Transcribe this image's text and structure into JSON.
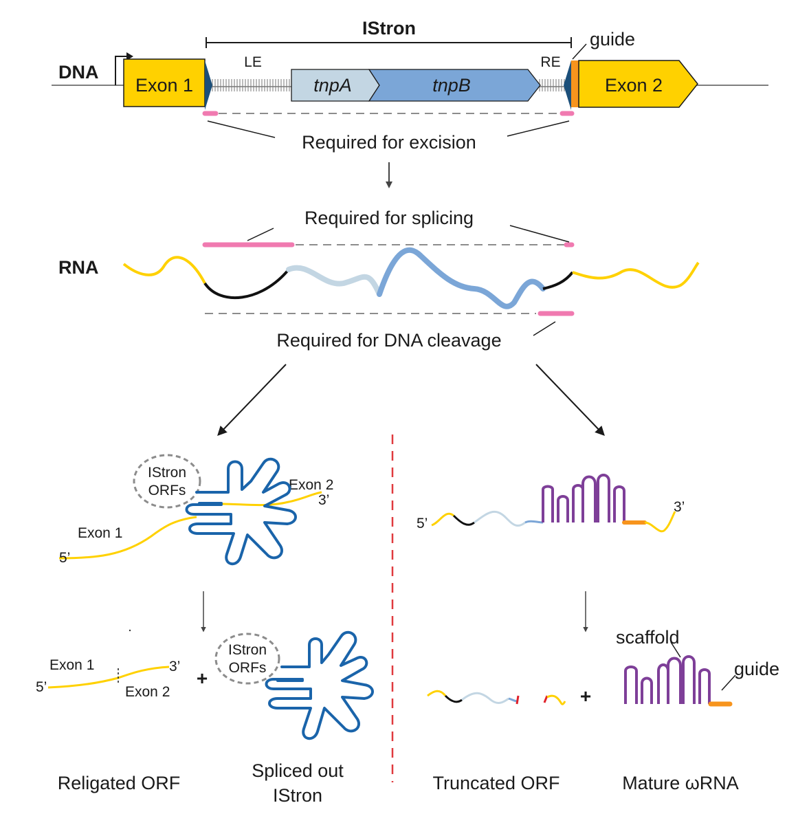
{
  "dna": {
    "label": "DNA",
    "istron_label": "IStron",
    "le_label": "LE",
    "re_label": "RE",
    "guide_label": "guide",
    "exon1": "Exon 1",
    "exon2": "Exon 2",
    "tnpA": "tnpA",
    "tnpB": "tnpB",
    "excision_label": "Required for excision"
  },
  "rna": {
    "label": "RNA",
    "splicing_label": "Required for splicing",
    "cleavage_label": "Required for DNA cleavage"
  },
  "left_path": {
    "orf_label_1": "IStron",
    "orf_label_2": "ORFs",
    "exon1": "Exon 1",
    "exon2": "Exon 2",
    "five_prime": "5’",
    "three_prime": "3’",
    "product_exon1": "Exon 1",
    "product_exon2": "Exon 2",
    "product_five": "5’",
    "product_three": "3’",
    "product_orf_1": "IStron",
    "product_orf_2": "ORFs",
    "plus": "+",
    "caption_left": "Religated ORF",
    "caption_right_1": "Spliced out",
    "caption_right_2": "IStron"
  },
  "right_path": {
    "five_prime": "5’",
    "three_prime": "3’",
    "scaffold_label": "scaffold",
    "guide_label": "guide",
    "plus": "+",
    "caption_left": "Truncated ORF",
    "caption_right": "Mature ωRNA"
  },
  "colors": {
    "exon_yellow": "#FFD100",
    "tnpA": "#C3D6E3",
    "tnpB": "#7BA6D7",
    "end_marker": "#1B4F7A",
    "guide_orange": "#F7941D",
    "pink": "#F07AB0",
    "ribozyme_blue": "#1A64AA",
    "omega_purple": "#7E3F98",
    "divider_red": "#E03A3E",
    "dashed_gray": "#8C8C8C",
    "cut_red": "#E0202A"
  }
}
